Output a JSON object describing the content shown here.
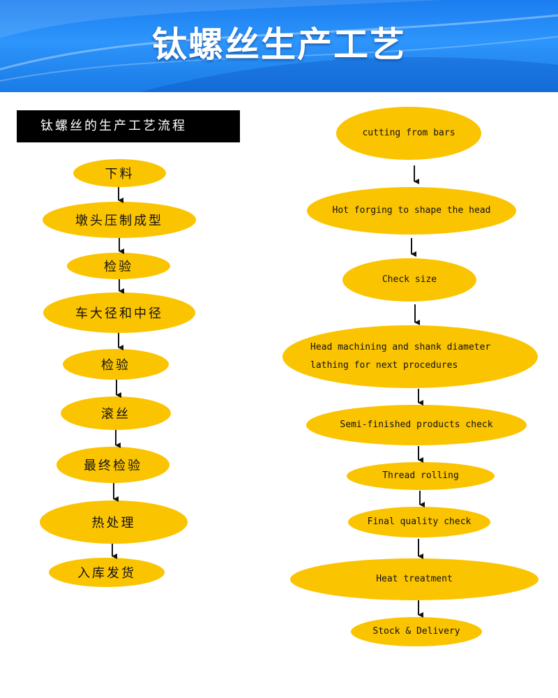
{
  "title": "钛螺丝生产工艺",
  "section_label": "钛螺丝的生产工艺流程",
  "colors": {
    "banner": "#1f86f2",
    "node_fill": "#fbc400",
    "label_bg": "#000000"
  },
  "flow_zh": [
    "下料",
    "墩头压制成型",
    "检验",
    "车大径和中径",
    "检验",
    "滚丝",
    "最终检验",
    "热处理",
    "入库发货"
  ],
  "flow_en": [
    "cutting from bars",
    "Hot forging to shape the head",
    "Check size",
    "Head machining and shank diameter lathing for next procedures",
    "Semi-finished products check",
    "Thread rolling",
    "Final quality check",
    "Heat treatment",
    "Stock & Delivery"
  ]
}
